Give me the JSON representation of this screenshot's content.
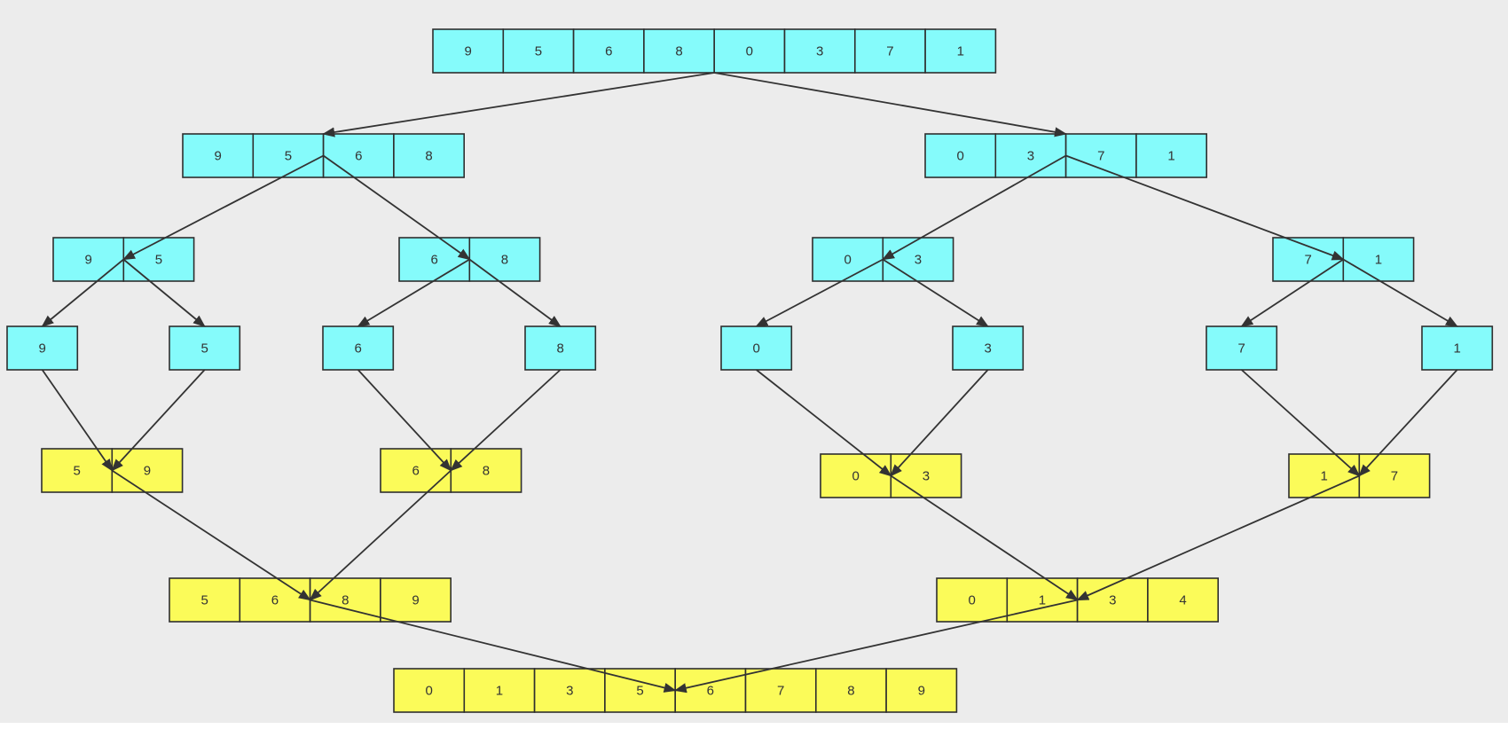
{
  "diagram": {
    "colors": {
      "split": "#85fbfb",
      "merge": "#fbfb59",
      "stroke": "#2e2e2e",
      "edge": "#333333",
      "background": "#ececec"
    },
    "arrays": [
      {
        "id": "a0",
        "kind": "split",
        "values": [
          "9",
          "5",
          "6",
          "8",
          "0",
          "3",
          "7",
          "1"
        ]
      },
      {
        "id": "a1",
        "kind": "split",
        "values": [
          "9",
          "5",
          "6",
          "8"
        ]
      },
      {
        "id": "a2",
        "kind": "split",
        "values": [
          "0",
          "3",
          "7",
          "1"
        ]
      },
      {
        "id": "a3",
        "kind": "split",
        "values": [
          "9",
          "5"
        ]
      },
      {
        "id": "a4",
        "kind": "split",
        "values": [
          "6",
          "8"
        ]
      },
      {
        "id": "a5",
        "kind": "split",
        "values": [
          "0",
          "3"
        ]
      },
      {
        "id": "a6",
        "kind": "split",
        "values": [
          "7",
          "1"
        ]
      },
      {
        "id": "a7",
        "kind": "split",
        "values": [
          "9"
        ]
      },
      {
        "id": "a8",
        "kind": "split",
        "values": [
          "5"
        ]
      },
      {
        "id": "a9",
        "kind": "split",
        "values": [
          "6"
        ]
      },
      {
        "id": "a10",
        "kind": "split",
        "values": [
          "8"
        ]
      },
      {
        "id": "a11",
        "kind": "split",
        "values": [
          "0"
        ]
      },
      {
        "id": "a12",
        "kind": "split",
        "values": [
          "3"
        ]
      },
      {
        "id": "a13",
        "kind": "split",
        "values": [
          "7"
        ]
      },
      {
        "id": "a14",
        "kind": "split",
        "values": [
          "1"
        ]
      },
      {
        "id": "a15",
        "kind": "merge",
        "values": [
          "5",
          "9"
        ]
      },
      {
        "id": "a16",
        "kind": "merge",
        "values": [
          "6",
          "8"
        ]
      },
      {
        "id": "a17",
        "kind": "merge",
        "values": [
          "0",
          "3"
        ]
      },
      {
        "id": "a18",
        "kind": "merge",
        "values": [
          "1",
          "7"
        ]
      },
      {
        "id": "a19",
        "kind": "merge",
        "values": [
          "5",
          "6",
          "8",
          "9"
        ]
      },
      {
        "id": "a20",
        "kind": "merge",
        "values": [
          "0",
          "1",
          "3",
          "4"
        ]
      },
      {
        "id": "a21",
        "kind": "merge",
        "values": [
          "0",
          "1",
          "3",
          "5",
          "6",
          "7",
          "8",
          "9"
        ]
      }
    ],
    "edges": [
      {
        "from": "a0",
        "to": "a1"
      },
      {
        "from": "a0",
        "to": "a2"
      },
      {
        "from": "a1",
        "to": "a3"
      },
      {
        "from": "a1",
        "to": "a4"
      },
      {
        "from": "a2",
        "to": "a5"
      },
      {
        "from": "a2",
        "to": "a6"
      },
      {
        "from": "a3",
        "to": "a7"
      },
      {
        "from": "a3",
        "to": "a8"
      },
      {
        "from": "a4",
        "to": "a9"
      },
      {
        "from": "a4",
        "to": "a10"
      },
      {
        "from": "a5",
        "to": "a11"
      },
      {
        "from": "a5",
        "to": "a12"
      },
      {
        "from": "a6",
        "to": "a13"
      },
      {
        "from": "a6",
        "to": "a14"
      },
      {
        "from": "a7",
        "to": "a15"
      },
      {
        "from": "a8",
        "to": "a15"
      },
      {
        "from": "a9",
        "to": "a16"
      },
      {
        "from": "a10",
        "to": "a16"
      },
      {
        "from": "a11",
        "to": "a17"
      },
      {
        "from": "a12",
        "to": "a17"
      },
      {
        "from": "a13",
        "to": "a18"
      },
      {
        "from": "a14",
        "to": "a18"
      },
      {
        "from": "a15",
        "to": "a19"
      },
      {
        "from": "a16",
        "to": "a19"
      },
      {
        "from": "a17",
        "to": "a20"
      },
      {
        "from": "a18",
        "to": "a20"
      },
      {
        "from": "a19",
        "to": "a21"
      },
      {
        "from": "a20",
        "to": "a21"
      }
    ]
  }
}
